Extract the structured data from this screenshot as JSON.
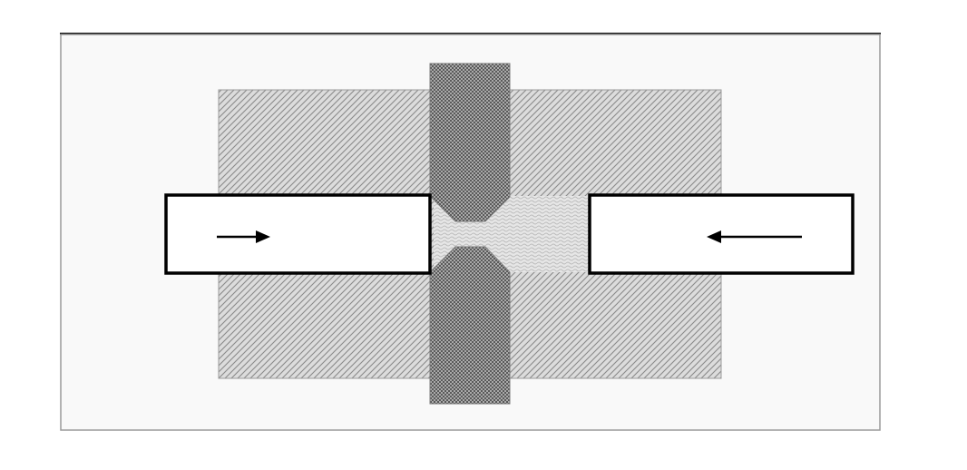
{
  "diagram": {
    "colors": {
      "background": "#ffffff",
      "panel_fill": "#f9f9f9",
      "panel_border": "#9a9a9a",
      "top_rule": "#111111",
      "die_hatch_bg": "#dcdcdc",
      "die_hatch_line": "#8a8a8a",
      "anvil_bg": "#a9a9a9",
      "anvil_dots": "#5a5a5a",
      "sample_bg": "#e6e6e6",
      "sample_pattern": "#bdbdbd",
      "punch_border": "#000000",
      "punch_fill": "#ffffff",
      "arrow": "#000000"
    },
    "parts": {
      "outer_frame": "outer-frame",
      "die_block": "die-block",
      "anvil_top": "anvil-top",
      "anvil_bottom": "anvil-bottom",
      "sample_region": "sample-region",
      "punch_left": "punch-left",
      "punch_right": "punch-right",
      "arrow_right": "arrow-right-icon",
      "arrow_left": "arrow-left-icon"
    }
  }
}
